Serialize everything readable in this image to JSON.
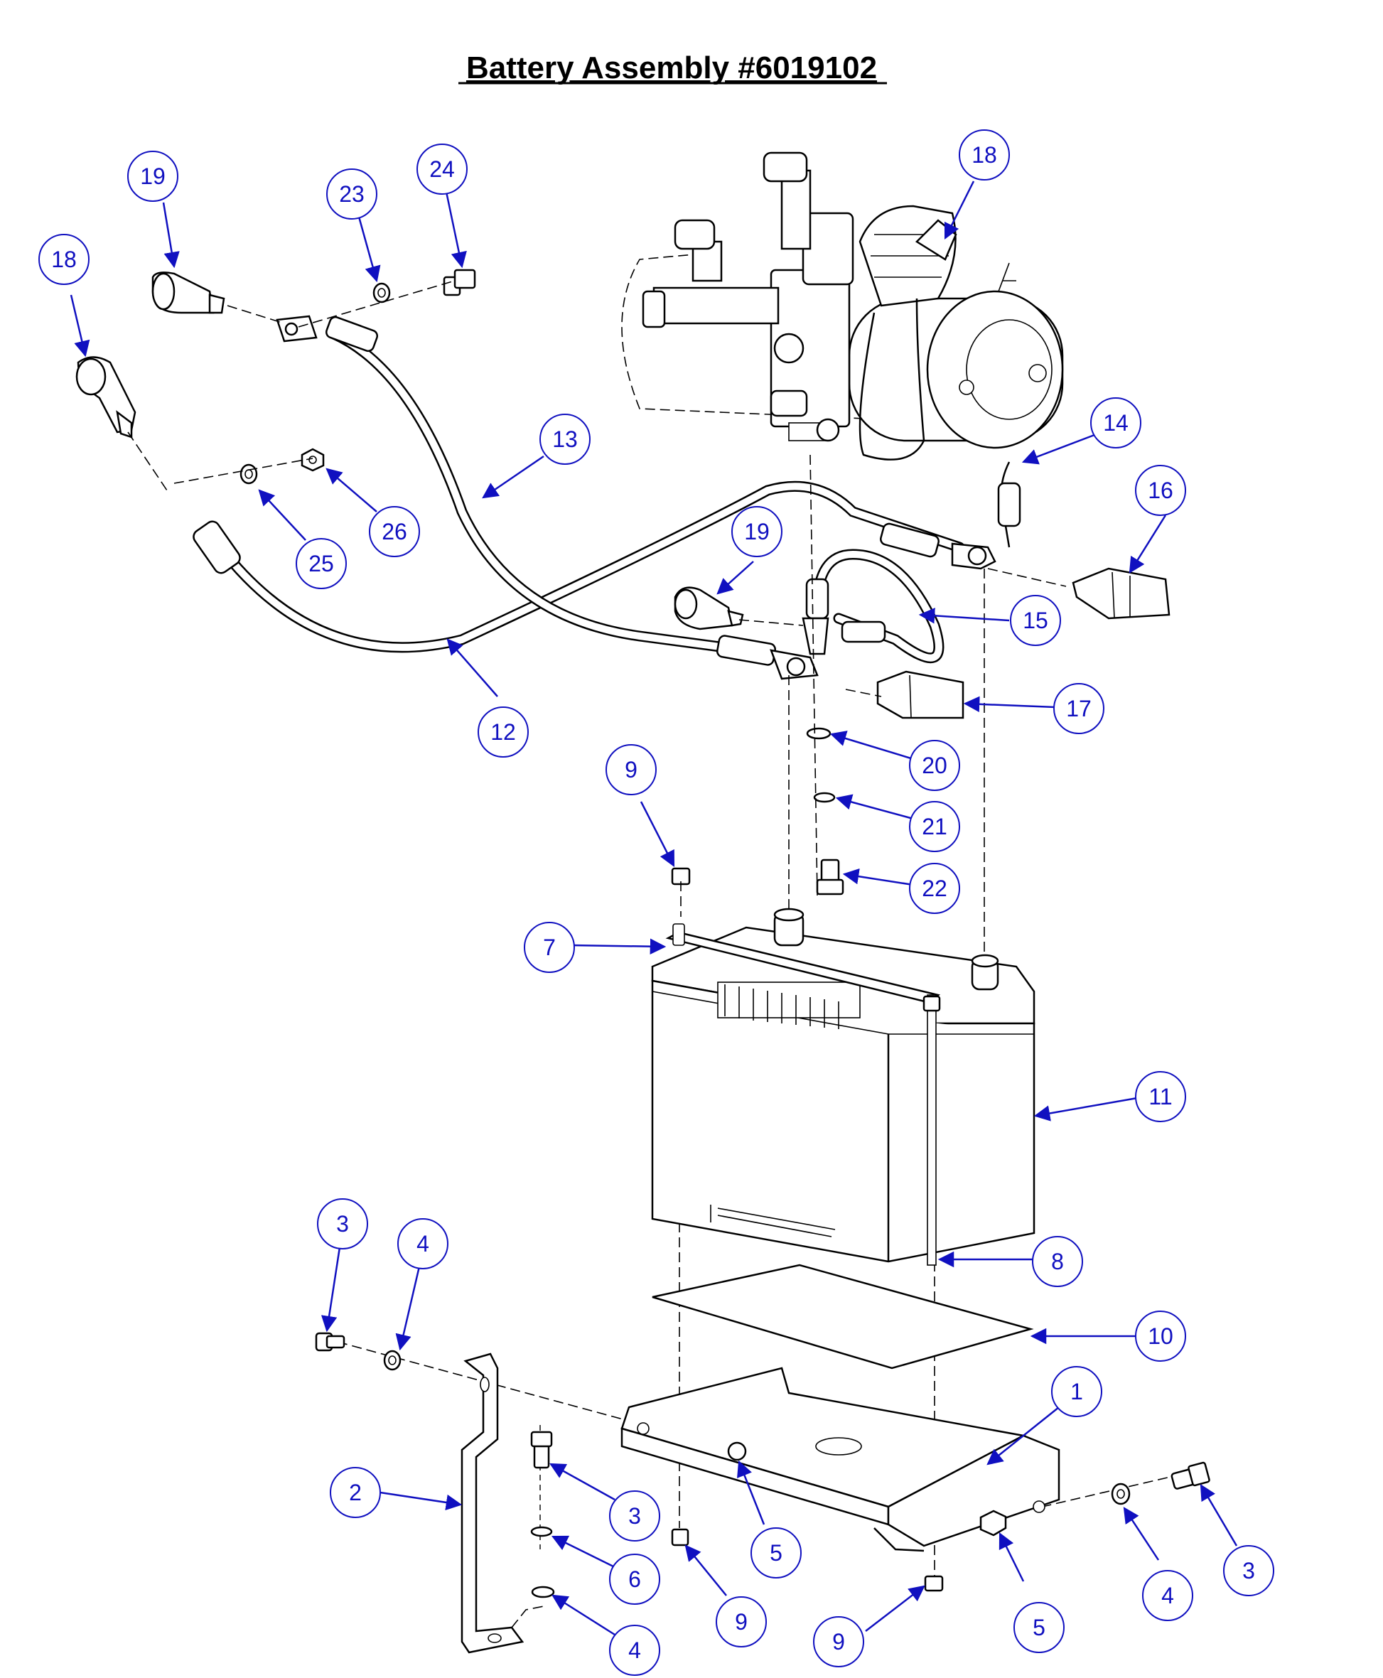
{
  "title": "Battery Assembly #6019102",
  "callouts": [
    {
      "label": "19"
    },
    {
      "label": "23"
    },
    {
      "label": "24"
    },
    {
      "label": "18"
    },
    {
      "label": "18"
    },
    {
      "label": "13"
    },
    {
      "label": "14"
    },
    {
      "label": "16"
    },
    {
      "label": "26"
    },
    {
      "label": "25"
    },
    {
      "label": "19"
    },
    {
      "label": "15"
    },
    {
      "label": "17"
    },
    {
      "label": "12"
    },
    {
      "label": "20"
    },
    {
      "label": "21"
    },
    {
      "label": "9"
    },
    {
      "label": "22"
    },
    {
      "label": "7"
    },
    {
      "label": "11"
    },
    {
      "label": "8"
    },
    {
      "label": "3"
    },
    {
      "label": "4"
    },
    {
      "label": "10"
    },
    {
      "label": "1"
    },
    {
      "label": "2"
    },
    {
      "label": "3"
    },
    {
      "label": "5"
    },
    {
      "label": "6"
    },
    {
      "label": "4"
    },
    {
      "label": "3"
    },
    {
      "label": "9"
    },
    {
      "label": "9"
    },
    {
      "label": "4"
    },
    {
      "label": "5"
    }
  ],
  "colors": {
    "callout": "#1010c0",
    "line": "#000000"
  }
}
